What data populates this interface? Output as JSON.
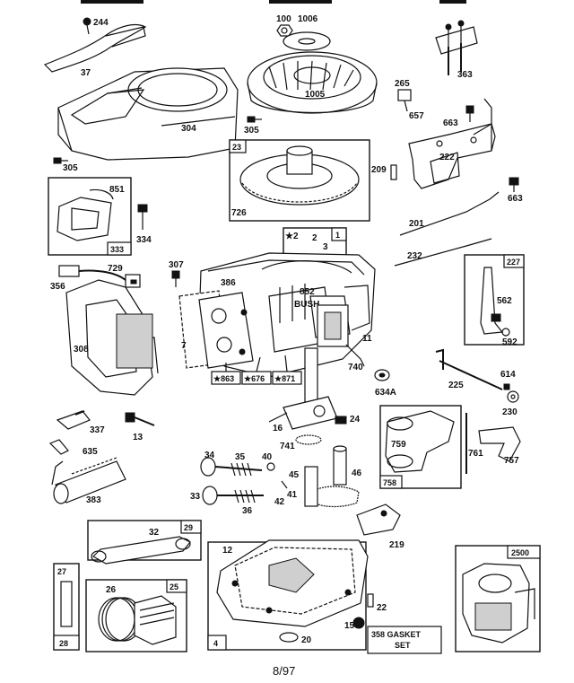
{
  "page_number": "8/97",
  "top_labels": [
    "244",
    "37",
    "100",
    "1005",
    "363"
  ],
  "parts": {
    "p244": "244",
    "p37": "37",
    "p100": "100",
    "p1006": "1006",
    "p1005": "1005",
    "p363": "363",
    "p304": "304",
    "p305a": "305",
    "p305b": "305",
    "p265": "265",
    "p657": "657",
    "p663a": "663",
    "p663b": "663",
    "p209": "209",
    "p222": "222",
    "p726": "726",
    "p851": "851",
    "p334": "334",
    "p201": "201",
    "p232": "232",
    "p729": "729",
    "p356": "356",
    "p307": "307",
    "p2": "2",
    "p3": "3",
    "p386": "386",
    "p308": "308",
    "p7": "7",
    "p852": "852",
    "p11": "11",
    "p562": "562",
    "p592": "592",
    "p614": "614",
    "p225": "225",
    "p230": "230",
    "p634a": "634A",
    "p740": "740",
    "p16": "16",
    "p24": "24",
    "p741": "741",
    "p337": "337",
    "p13": "13",
    "p635": "635",
    "p759": "759",
    "p761": "761",
    "p757": "757",
    "p34": "34",
    "p35": "35",
    "p40": "40",
    "p45": "45",
    "p46": "46",
    "p33": "33",
    "p36": "36",
    "p42": "42",
    "p41": "41",
    "p383": "383",
    "p32": "32",
    "p219": "219",
    "p12": "12",
    "p27": "27",
    "p26": "26",
    "p22": "22",
    "p20": "20",
    "p15": "15",
    "p28": "28"
  },
  "bushing_label": "BUSH.",
  "boxes": {
    "b23": "23",
    "b1": "1",
    "b333": "333",
    "b227": "227",
    "b758": "758",
    "b29": "29",
    "b25": "25",
    "b4": "4",
    "b2500": "2500",
    "b28": "28"
  },
  "tags": {
    "t863": "★863",
    "t676": "★676",
    "t871": "★871"
  },
  "kit_marker": "★2",
  "gasket_set": {
    "line1": "358 GASKET",
    "line2": "SET"
  }
}
